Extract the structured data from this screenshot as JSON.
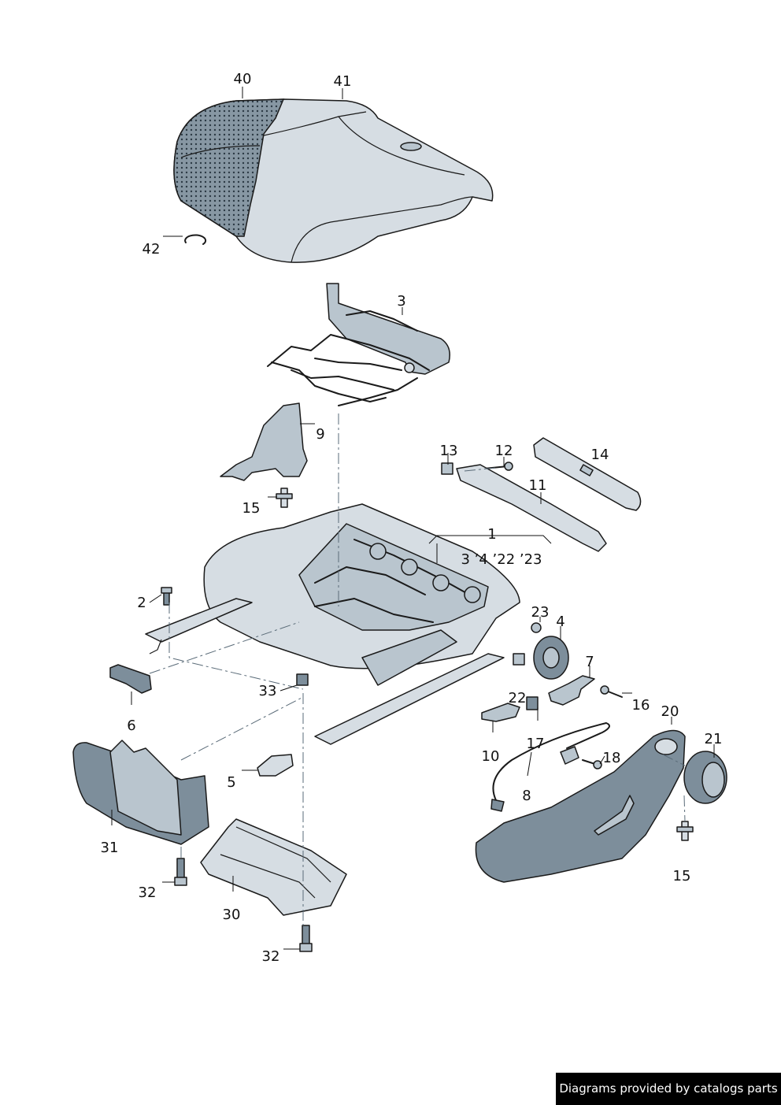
{
  "callouts": {
    "p40": "40",
    "p41": "41",
    "p42": "42",
    "p3": "3",
    "p9": "9",
    "p15a": "15",
    "p13": "13",
    "p12": "12",
    "p14": "14",
    "p11": "11",
    "p1": "1",
    "p1sub": "3 ’4 ’22 ’23",
    "p2": "2",
    "p23": "23",
    "p4": "4",
    "p7": "7",
    "p16": "16",
    "p6": "6",
    "p33": "33",
    "p22": "22",
    "p10": "10",
    "p17": "17",
    "p20": "20",
    "p21": "21",
    "p18": "18",
    "p5": "5",
    "p8": "8",
    "p31": "31",
    "p15b": "15",
    "p32a": "32",
    "p30": "30",
    "p32b": "32"
  },
  "watermark": "Diagrams provided by catalogs parts"
}
